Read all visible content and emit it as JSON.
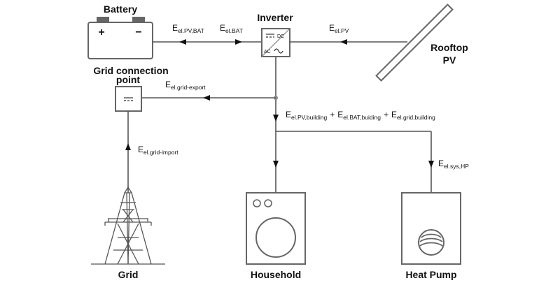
{
  "nodes": {
    "battery": {
      "label": "Battery",
      "plus": "+",
      "minus": "−"
    },
    "inverter": {
      "label": "Inverter",
      "dc": "DC",
      "ac": "AC"
    },
    "rooftop": {
      "line1": "Rooftop",
      "line2": "PV"
    },
    "grid_point": {
      "line1": "Grid connection",
      "line2": "point"
    },
    "grid": {
      "label": "Grid"
    },
    "household": {
      "label": "Household"
    },
    "heat_pump": {
      "label": "Heat Pump"
    }
  },
  "flows": {
    "pv_bat": {
      "main": "E",
      "sub": "el.PV,BAT"
    },
    "bat": {
      "main": "E",
      "sub": "el.BAT"
    },
    "pv": {
      "main": "E",
      "sub": "el.PV"
    },
    "grid_export": {
      "main": "E",
      "sub": "el.grid-export"
    },
    "grid_import": {
      "main": "E",
      "sub": "el.grid-import"
    },
    "building_pv": {
      "main": "E",
      "sub": "el.PV,building"
    },
    "plus1": "+",
    "building_bat": {
      "main": "E",
      "sub": "el.BAT,buiding"
    },
    "plus2": "+",
    "building_grid": {
      "main": "E",
      "sub": "el.grid,building"
    },
    "sys_hp": {
      "main": "E",
      "sub": "el.sys,HP"
    }
  }
}
